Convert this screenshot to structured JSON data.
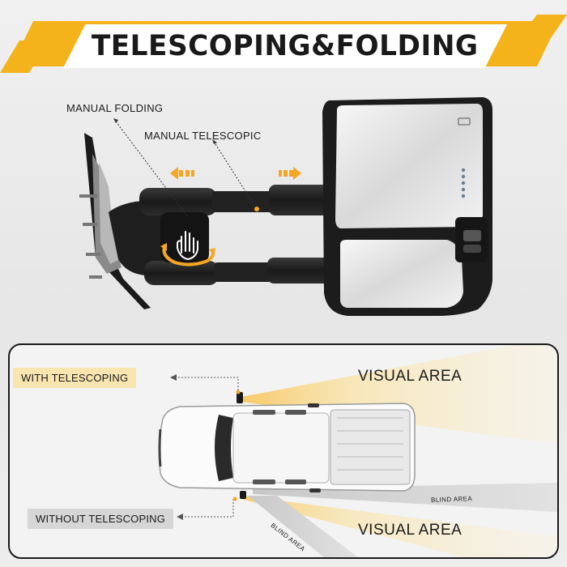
{
  "header": {
    "title": "TELESCOPING&FOLDING"
  },
  "callouts": {
    "manual_folding": "MANUAL FOLDING",
    "manual_telescopic": "MANUAL TELESCOPIC"
  },
  "panel": {
    "with_telescoping": "WITH TELESCOPING",
    "without_telescoping": "WITHOUT TELESCOPING",
    "visual_area_top": "VISUAL AREA",
    "visual_area_bottom": "VISUAL AREA",
    "blind_area_right": "BLIND AREA",
    "blind_area_left": "BLIND AREA"
  },
  "colors": {
    "accent_yellow": "#f4b31a",
    "arrow_orange": "#f5a623",
    "label_yellow": "#f9e5b0",
    "label_gray": "#d6d6d6",
    "mirror_black": "#1c1c1c"
  },
  "icons": [
    "double-arrow-left-icon",
    "double-arrow-right-icon",
    "hand-icon",
    "rotate-icon"
  ]
}
